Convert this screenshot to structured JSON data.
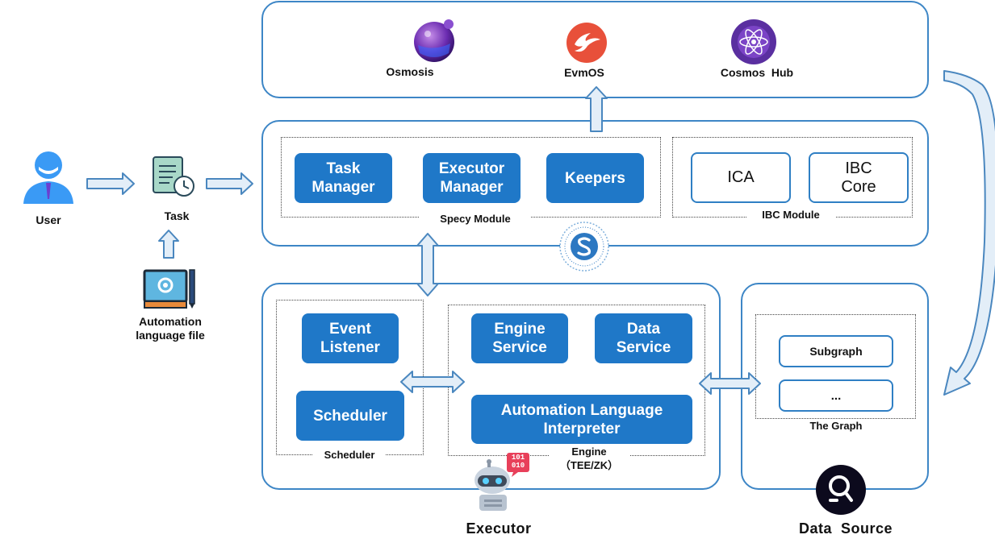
{
  "chains": {
    "osmosis": "Osmosis",
    "evmos": "EvmOS",
    "cosmos_hub": "Cosmos  Hub"
  },
  "left": {
    "user": "User",
    "task": "Task",
    "automation_file": "Automation\nlanguage file"
  },
  "specy": {
    "task_manager": "Task\nManager",
    "executor_manager": "Executor\nManager",
    "keepers": "Keepers",
    "module_label": "Specy Module"
  },
  "ibc": {
    "ica": "ICA",
    "ibc_core": "IBC\nCore",
    "module_label": "IBC Module"
  },
  "executor": {
    "event_listener": "Event\nListener",
    "scheduler_box": "Scheduler",
    "scheduler_label": "Scheduler",
    "engine_service": "Engine\nService",
    "data_service": "Data\nService",
    "interpreter": "Automation Language\nInterpreter",
    "engine_label": "Engine\n（TEE/ZK）",
    "badge_text": "101\n010",
    "title": "Executor"
  },
  "data_source": {
    "subgraph": "Subgraph",
    "more": "...",
    "graph_label": "The Graph",
    "title": "Data  Source"
  },
  "colors": {
    "panel_border": "#3d86c6",
    "box_blue": "#1f78c8",
    "arrow_fill": "#e3eef8",
    "arrow_stroke": "#4a87bf"
  }
}
